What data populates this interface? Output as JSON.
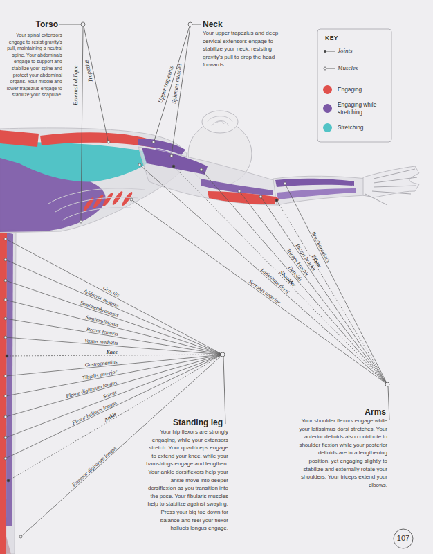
{
  "diagram": {
    "labels": [
      "Torso",
      "Your spinal extensors engage to resist gravity's pull, maintaining a neutral spine. Your abdominals engage to support and stabilize your spine and protect your abdominal organs. Your middle and lower trapezius engage to stabilize your scapulae.",
      "External oblique",
      "Trapezius",
      "Neck",
      "Your upper trapezius and deep cervical extensors engage to stabilize your neck, resisting gravity's pull to drop the head forwards.",
      "Upper trapezius",
      "Splenius muscles",
      "KEY",
      "Brachioradialis",
      "Elbow",
      "Biceps brachii",
      "Triceps brachii",
      "Deltoids",
      "Shoulder",
      "Latissimus dorsi",
      "Serratus anterior",
      "Gracilis",
      "Adductor magnus",
      "Semimembranosus",
      "Semitendinosus",
      "Rectus femoris",
      "Vastus medialis",
      "Knee",
      "Gastrocnemius",
      "Tibialis anterior",
      "Flexor digitorum longus",
      "Soleus",
      "Flexor hallucis longus",
      "Ankle",
      "Extensor digitorum longus",
      "Standing leg",
      "Your hip flexors are strongly engaging, while your extensors stretch. Your quadriceps engage to extend your knee, while your hamstrings engage and lengthen. Your ankle dorsiflexors help your ankle move into deeper dorsiflexion as you transition into the pose. Your fibularis muscles help to stabilize against swaying. Press your big toe down for balance and feel your flexor hallucis longus engage.",
      "Arms",
      "Your shoulder flexors engage while your latissimus dorsi stretches. Your anterior deltoids also contribute to shoulder flexion while your posterior deltoids are in a lengthening position, yet engaging slightly to stabilize and externally rotate your shoulders. Your triceps extend your elbows.",
      "107"
    ],
    "legend": [
      {
        "text": "Joints"
      },
      {
        "text": "Muscles"
      },
      {
        "text": "Engaging",
        "color": "#e0504c"
      },
      {
        "text": "Engaging while stretching",
        "color": "#7b58a6"
      },
      {
        "text": "Stretching",
        "color": "#52c3c6"
      }
    ]
  }
}
